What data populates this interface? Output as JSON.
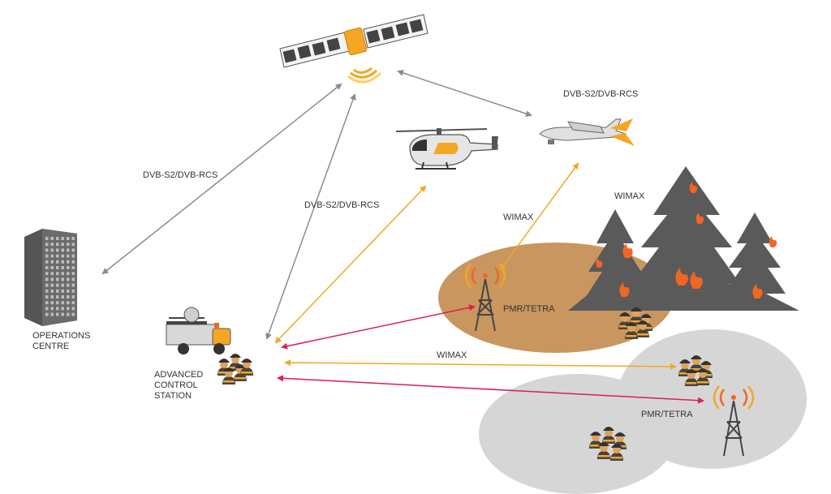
{
  "colors": {
    "gray_link": "#8c8c8c",
    "orange_link": "#f5a623",
    "red_link": "#d9204f",
    "brown_zone": "#c9965f",
    "gray_zone": "#d6d6d6",
    "tree": "#5a5a5a",
    "flame": "#f26522",
    "building": "#555555"
  },
  "icons": {
    "satellite": "satellite-icon",
    "helicopter": "helicopter-icon",
    "drone": "drone-icon",
    "building": "building-icon",
    "truck": "fire-truck-icon",
    "tower": "radio-tower-icon",
    "firefighters": "firefighter-group-icon",
    "forest": "burning-forest-icon"
  },
  "labels": {
    "dvb_left": "DVB-S2/DVB-RCS",
    "dvb_middle": "DVB-S2/DVB-RCS",
    "dvb_drone": "DVB-S2/DVB-RCS",
    "wimax_drone": "WIMAX",
    "wimax_forest": "WIMAX",
    "wimax_link": "WIMAX",
    "pmr_brown": "PMR/TETRA",
    "pmr_gray": "PMR/TETRA",
    "ops_line1": "OPERATIONS",
    "ops_line2": "CENTRE",
    "acs_line1": "ADVANCED",
    "acs_line2": "CONTROL",
    "acs_line3": "STATION"
  }
}
